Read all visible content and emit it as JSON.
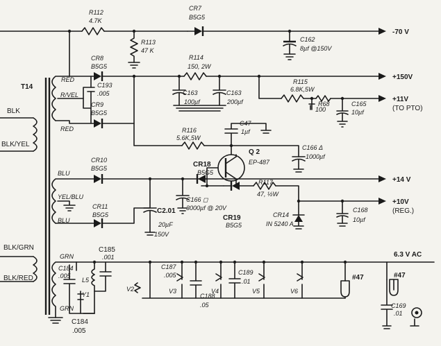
{
  "rails": {
    "neg70": "-70 V",
    "p150": "+150V",
    "p11": "+11V",
    "to_pto": "(TO PTO)",
    "p14": "+14 V",
    "p10": "+10V",
    "reg": "(REG.)",
    "ac63": "6.3 V AC"
  },
  "transformer": {
    "name": "T14",
    "blk": "BLK",
    "blk_yel": "BLK/YEL",
    "red1": "RED",
    "r_vel": "R/VEL",
    "red2": "RED",
    "blu1": "BLU",
    "yel_blu": "YEL/BLU",
    "blu2": "BLU",
    "blk_grn": "BLK/GRN",
    "blk_red": "BLK/RED",
    "grn1": "GRN",
    "grn2": "GRN"
  },
  "parts": {
    "r112_a": "R112",
    "r112_b": "4.7K",
    "cr7_a": "CR7",
    "cr7_b": "B5G5",
    "r113_a": "R113",
    "r113_b": "47 K",
    "c162_a": "C162",
    "c162_b": "8µf @150V",
    "cr8_a": "CR8",
    "cr8_b": "B5G5",
    "c193_a": "C193",
    "c193_b": ".005",
    "cr9_a": "CR9",
    "cr9_b": "B5G5",
    "r114_a": "R114",
    "r114_b": "150, 2W",
    "c163a_a": "C163",
    "c163a_b": "100µf",
    "c163b_a": "C163",
    "c163b_b": "200µf",
    "r115_a": "R115",
    "r115_b": "6.8K,5W",
    "r68_a": "R68",
    "r68_b": "100",
    "c165_a": "C165",
    "c165_b": "10µf",
    "c47_a": "C47",
    "c47_b": "1µf",
    "r116_a": "R116",
    "r116_b": "5.6K,5W",
    "q2_a": "Q 2",
    "q2_b": "EP-487",
    "c166d_a": "C166 Δ",
    "c166d_b": "1000µf",
    "cr10_a": "CR10",
    "cr10_b": "B5G5",
    "cr11_a": "CR11",
    "cr11_b": "B5G5",
    "cr18_a": "CR18",
    "cr18_b": "B5G5",
    "c166s_a": "C166 ◻",
    "c166s_b": "3000µf @ 20V",
    "cr19_a": "CR19",
    "cr19_b": "B5G5",
    "r117_a": "R117",
    "r117_b": "47, ½W",
    "cr14_a": "CR14",
    "cr14_b": "IN 5240 A",
    "c168_a": "C168",
    "c168_b": "10µf",
    "c201_a": "C2.01",
    "c201_b": "20µF",
    "c201_c": "150V",
    "c185_a": "C185",
    "c185_b": ".001",
    "c184_a": "C184",
    "c184_b": ".005",
    "c184b_a": "C184",
    "c184b_b": ".005",
    "l5": "L5",
    "y1": "Y1",
    "v2": "V2",
    "c187_a": "C187",
    "c187_b": ".005",
    "v3": "V3",
    "c188_a": "C188",
    "c188_b": ".05",
    "v4": "V4",
    "c189_a": "C189",
    "c189_b": ".01",
    "v5": "V5",
    "v6": "V6",
    "lamp1": "#47",
    "lamp2": "#47",
    "c169_a": "C169",
    "c169_b": ".01"
  }
}
